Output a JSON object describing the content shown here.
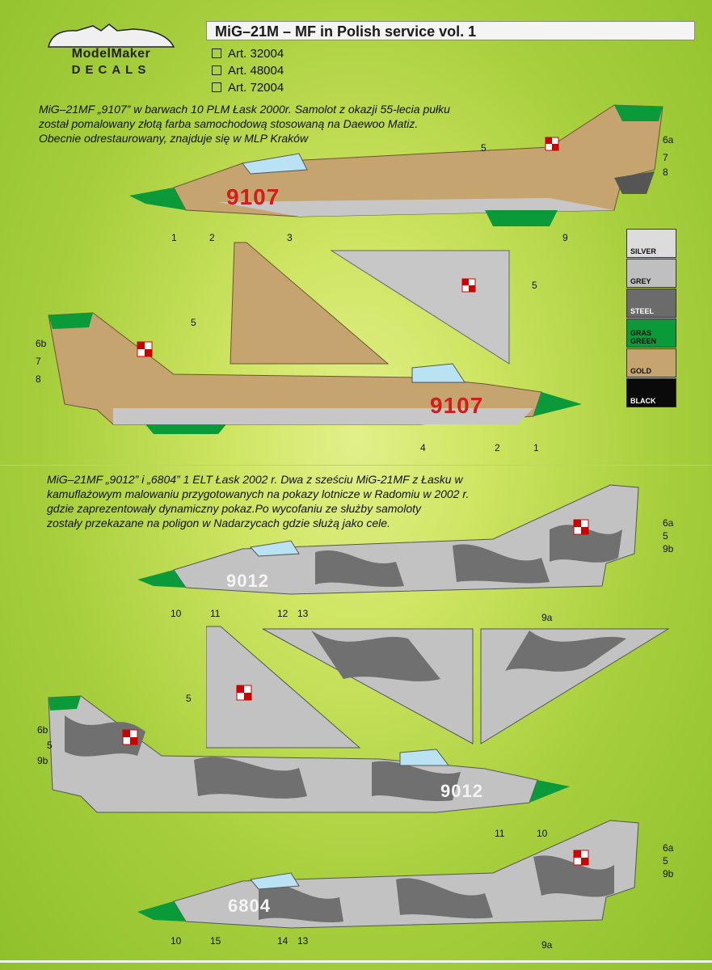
{
  "logo": {
    "name": "ModelMaker",
    "subtitle": "DECALS"
  },
  "title": "MiG–21M – MF in Polish service vol. 1",
  "articles": [
    "Art. 32004",
    "Art. 48004",
    "Art. 72004"
  ],
  "section1": {
    "description": [
      "MiG–21MF „9107” w barwach 10 PLM Łask 2000r. Samolot z okazji 55-lecia pułku",
      "został pomalowany złotą farba samochodową stosowaną na Daewoo Matiz.",
      "Obecnie odrestaurowany, znajduje się w MLP Kraków"
    ],
    "serial": "9107",
    "callouts_top_right": [
      "6a",
      "7",
      "8",
      "5"
    ],
    "callouts_bottom": [
      "1",
      "2",
      "3",
      "9"
    ],
    "callouts_view2_left": [
      "6b",
      "7",
      "8",
      "5"
    ],
    "callouts_view2_bottom": [
      "4",
      "2",
      "1"
    ],
    "wing_callout": "5"
  },
  "section2": {
    "description": [
      "MiG–21MF „9012” i „6804” 1 ELT Łask 2002 r. Dwa z sześciu MiG-21MF z Łasku w",
      "kamuflażowym malowaniu  przygotowanych na pokazy lotnicze w Radomiu w 2002 r.",
      "gdzie zaprezentowały dynamiczny pokaz.Po wycofaniu ze służby samoloty",
      "zostały przekazane na poligon w Nadarzycach gdzie służą jako cele."
    ],
    "serial_a": "9012",
    "serial_b": "6804",
    "callouts_a_right": [
      "6a",
      "5",
      "9b"
    ],
    "callouts_a_bottom": [
      "10",
      "11",
      "12",
      "13",
      "9a"
    ],
    "wing_callout": "5",
    "callouts_view2_left": [
      "6b",
      "5",
      "9b"
    ],
    "callouts_view2_bottom": [
      "11",
      "10"
    ],
    "callouts_b_right": [
      "6a",
      "5",
      "9b"
    ],
    "callouts_b_bottom": [
      "10",
      "15",
      "14",
      "13",
      "9a"
    ]
  },
  "colors": [
    {
      "label": "SILVER",
      "hex": "#dcdcdc"
    },
    {
      "label": "GREY",
      "hex": "#bfbfbf"
    },
    {
      "label": "STEEL",
      "hex": "#6b6b6b"
    },
    {
      "label": "GRAS GREEN",
      "hex": "#0b9a3a"
    },
    {
      "label": "GOLD",
      "hex": "#c6a46f"
    },
    {
      "label": "BLACK",
      "hex": "#0a0a0a"
    }
  ]
}
